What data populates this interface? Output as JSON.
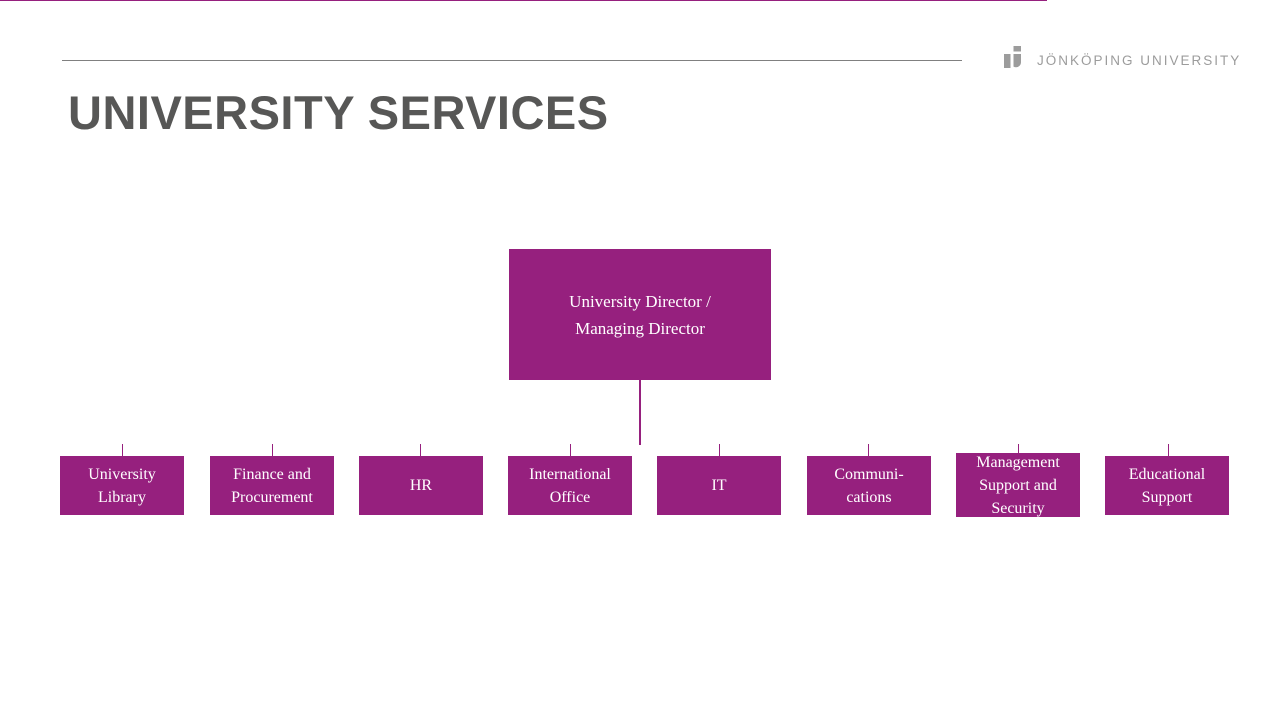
{
  "slide": {
    "title": "UNIVERSITY SERVICES",
    "background_color": "#FFFFFF",
    "title_color": "#575756",
    "accent_color": "#96207E",
    "rule_color": "#808080"
  },
  "logo": {
    "mark_name": "jonkoping-university-j-mark",
    "text": "JÖNKÖPING UNIVERSITY",
    "color": "#9C9C9C"
  },
  "chart_data": {
    "type": "diagram",
    "title": "UNIVERSITY SERVICES",
    "diagram_kind": "organizational-chart",
    "orientation": "top-down",
    "node_fill": "#96207E",
    "node_text_color": "#FFFFFF",
    "connector_color": "#96207E",
    "root": {
      "id": "university-director",
      "label": "University Director / Managing Director",
      "lines": [
        "University Director /",
        "Managing Director"
      ]
    },
    "children": [
      {
        "id": "university-library",
        "label": "University Library",
        "lines": [
          "University",
          "Library"
        ]
      },
      {
        "id": "finance-and-procurement",
        "label": "Finance and Procurement",
        "lines": [
          "Finance and",
          "Procurement"
        ]
      },
      {
        "id": "hr",
        "label": "HR",
        "lines": [
          "HR"
        ]
      },
      {
        "id": "international-office",
        "label": "International Office",
        "lines": [
          "International",
          "Office"
        ]
      },
      {
        "id": "it",
        "label": "IT",
        "lines": [
          "IT"
        ]
      },
      {
        "id": "communications",
        "label": "Communications",
        "lines": [
          "Communi-",
          "cations"
        ]
      },
      {
        "id": "management-support-and-security",
        "label": "Management Support and Security",
        "lines": [
          "Management",
          "Support and",
          "Security"
        ]
      },
      {
        "id": "educational-support",
        "label": "Educational Support",
        "lines": [
          "Educational",
          "Support"
        ]
      }
    ]
  }
}
